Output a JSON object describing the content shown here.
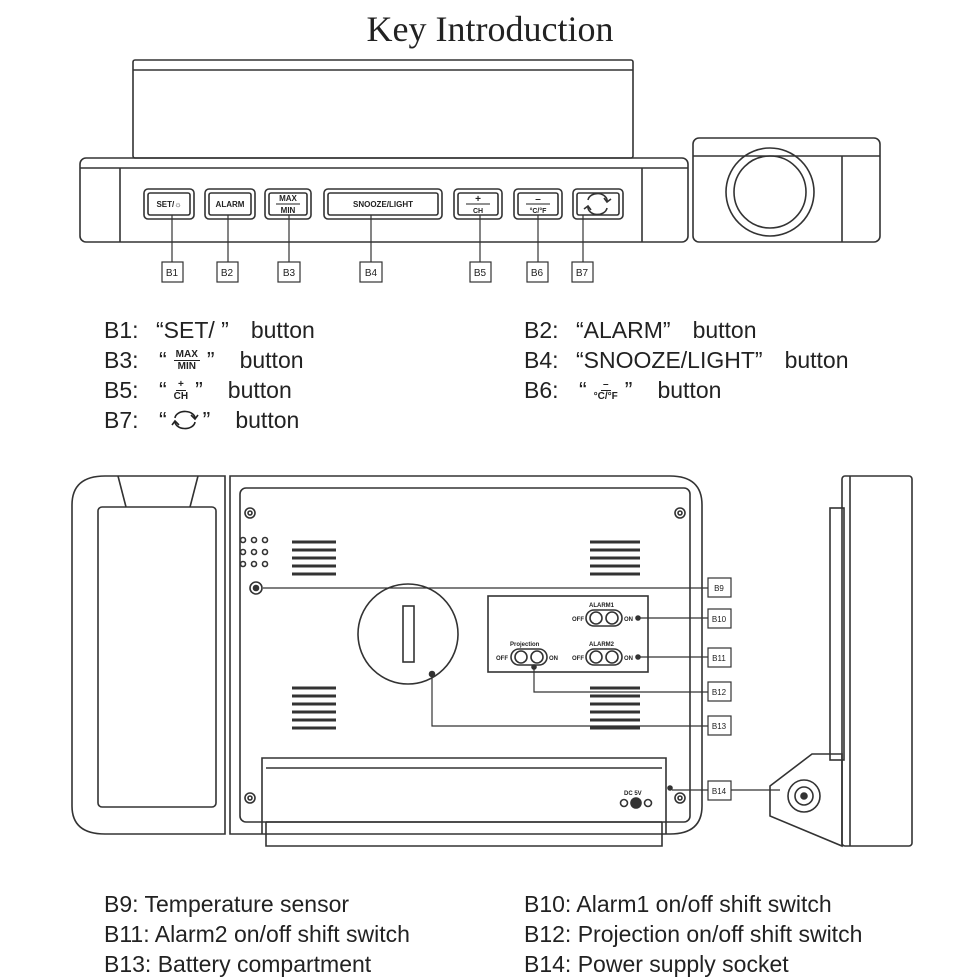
{
  "title": "Key Introduction",
  "top_view": {
    "buttons": [
      {
        "id": "B1",
        "label": "SET/☼"
      },
      {
        "id": "B2",
        "label": "ALARM"
      },
      {
        "id": "B3",
        "label_top": "MAX",
        "label_bottom": "MIN"
      },
      {
        "id": "B4",
        "label": "SNOOZE/LIGHT"
      },
      {
        "id": "B5",
        "label_top": "+",
        "label_bottom": "CH"
      },
      {
        "id": "B6",
        "label_top": "–",
        "label_bottom": "°C/°F"
      },
      {
        "id": "B7",
        "icon": "rotate-icon"
      }
    ]
  },
  "button_legend": {
    "b1": {
      "id": "B1:",
      "text": "“SET/ ”",
      "suffix": "button"
    },
    "b2": {
      "id": "B2:",
      "text": "“ALARM”",
      "suffix": "button"
    },
    "b3": {
      "id": "B3:",
      "top": "MAX",
      "bottom": "MIN",
      "suffix": "button"
    },
    "b4": {
      "id": "B4:",
      "text": "“SNOOZE/LIGHT”",
      "suffix": "button"
    },
    "b5": {
      "id": "B5:",
      "top": "+",
      "bottom": "CH",
      "suffix": "button"
    },
    "b6": {
      "id": "B6:",
      "top": "–",
      "bottom": "°C/°F",
      "suffix": "button"
    },
    "b7": {
      "id": "B7:",
      "suffix": "button"
    }
  },
  "back_view": {
    "callouts": [
      "B9",
      "B10",
      "B11",
      "B12",
      "B13",
      "B14"
    ],
    "switch_labels": {
      "alarm1": "ALARM1",
      "alarm2": "ALARM2",
      "projection": "Projection",
      "off": "OFF",
      "on": "ON",
      "dc": "DC 5V"
    }
  },
  "part_legend": {
    "b9": "B9: Temperature sensor",
    "b10": "B10: Alarm1 on/off shift switch",
    "b11": "B11: Alarm2 on/off shift switch",
    "b12": "B12: Projection on/off shift switch",
    "b13": "B13: Battery compartment",
    "b14": "B14: Power supply socket"
  }
}
